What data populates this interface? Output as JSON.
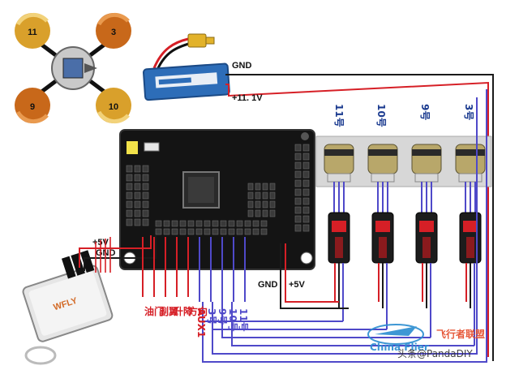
{
  "quad": {
    "props": [
      "11",
      "3",
      "9",
      "10"
    ]
  },
  "battery": {
    "gnd_label": "GND",
    "voltage_label": "+11. 1V"
  },
  "motors": [
    {
      "label": "11号"
    },
    {
      "label": "10号"
    },
    {
      "label": "9号"
    },
    {
      "label": "3号"
    }
  ],
  "esc_power": {
    "gnd_label": "GND",
    "vcc_label": "+5V"
  },
  "receiver": {
    "vcc_label": "+5V",
    "gnd_label": "GND",
    "brand": "WFLY"
  },
  "channels_red": [
    "油门",
    "副翼",
    "升降",
    "方向"
  ],
  "channels_blue": [
    "AUX1",
    "3号",
    "9号",
    "10号",
    "11号"
  ],
  "watermark": {
    "site": "飞行者联盟",
    "site_en": "China Flier",
    "author": "头条@PandaDIY"
  },
  "colors": {
    "signal_red": "#d61f26",
    "signal_blue": "#4f49c9",
    "ground_black": "#1a1a1a",
    "board_black": "#141414",
    "prop_gold": "#d9a02b",
    "prop_orange": "#c8681a"
  }
}
